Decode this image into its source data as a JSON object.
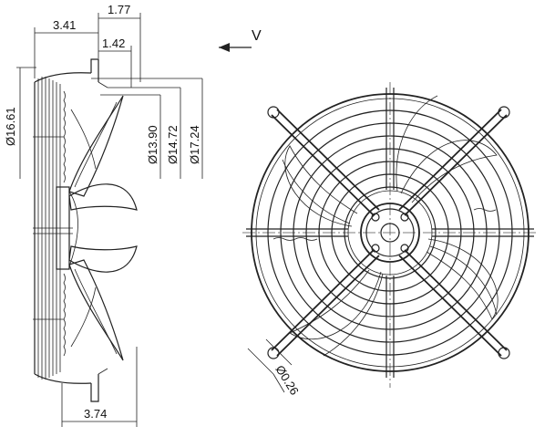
{
  "view_marker": "V",
  "dimensions": {
    "top_width": "1.77",
    "left_width": "3.41",
    "inner_width": "1.42",
    "bottom_width": "3.74",
    "diameter_side": "Ø16.61",
    "diameter_hub": "Ø13.90",
    "diameter_mid": "Ø14.72",
    "diameter_outer": "Ø17.24",
    "hole_diameter": "Ø0.26"
  },
  "colors": {
    "line": "#222222",
    "background": "#ffffff"
  }
}
